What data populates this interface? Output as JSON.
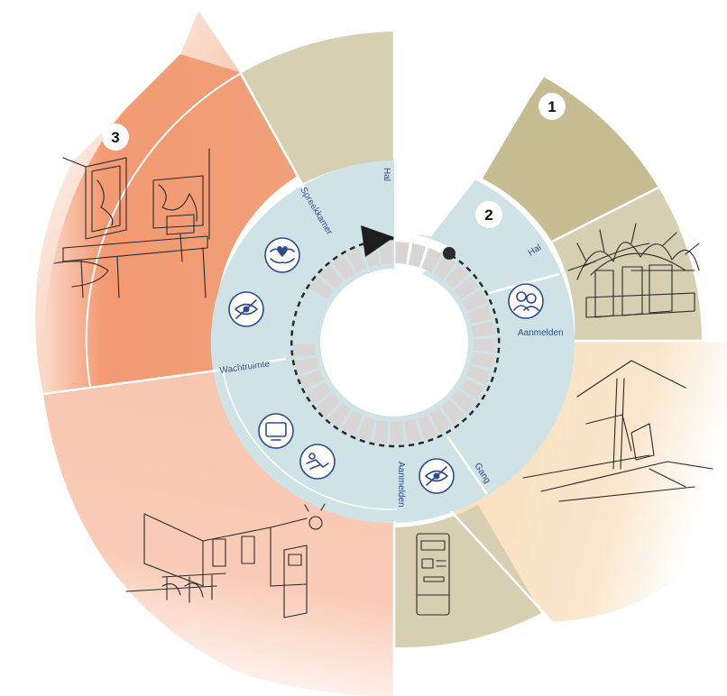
{
  "markers": [
    "1",
    "2",
    "3"
  ],
  "inner_labels": {
    "hal_top": "Hal",
    "spreekkamer": "Spreekkamer",
    "wachtruimte": "Wachtruimte",
    "aanmelden_bottom": "Aanmelden",
    "gang": "Gang",
    "aanmelden_right": "Aanmelden",
    "hal_right": "Hal"
  },
  "icons": [
    "group-icon",
    "tv-icon",
    "hidden-eye-icon",
    "relax-icon",
    "care-heart-icon",
    "hidden-eye-icon"
  ],
  "colors": {
    "ring": "#cfe3e6",
    "sand": "#d6cfb1",
    "sand_dark": "#c6bc91",
    "peach_light": "#f9e3c6",
    "orange": "#f09f78",
    "salmon": "#f7c3ac",
    "segment": "#d8d5d4",
    "text_blue": "#2f4a8a"
  }
}
